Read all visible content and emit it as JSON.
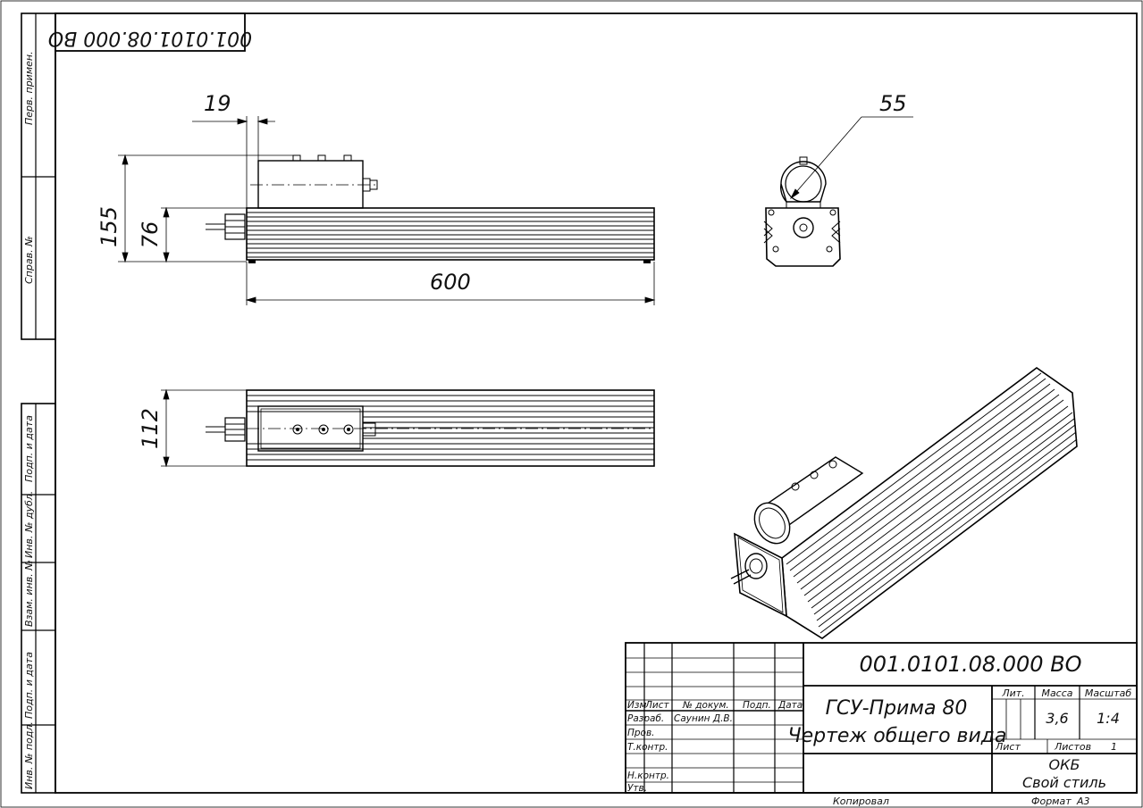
{
  "doc_code": "001.0101.08.000 ВО",
  "doc_code_rotated": "001.0101.08.000 ВО",
  "left_margin": {
    "perv_primen": "Перв. примен.",
    "sprav_no": "Справ. №",
    "podp_data_1": "Подп. и дата",
    "inv_no_dubl": "Инв. № дубл.",
    "vzam_inv_no": "Взам. инв. №",
    "podp_data_2": "Подп. и дата",
    "inv_no_podl": "Инв. № подл."
  },
  "dimensions": {
    "d19": "19",
    "d155": "155",
    "d76": "76",
    "d600": "600",
    "d55": "55",
    "d112": "112"
  },
  "title_block": {
    "hdr_izm": "Изм",
    "hdr_list": "Лист",
    "hdr_no_dokum": "№ докум.",
    "hdr_podp": "Подп.",
    "hdr_data": "Дата",
    "razrab": "Разраб.",
    "razrab_name": "Саунин Д.В.",
    "prov": "Пров.",
    "tkontr": "Т.контр.",
    "nkontr": "Н.контр.",
    "utv": "Утв.",
    "product_name": "ГСУ-Прима 80",
    "drawing_type": "Чертеж общего вида",
    "lit_label": "Лит.",
    "massa_label": "Масса",
    "masshtab_label": "Масштаб",
    "massa_value": "3,6",
    "masshtab_value": "1:4",
    "list_label": "Лист",
    "listov_label": "Листов",
    "listov_value": "1",
    "org_line1": "ОКБ",
    "org_line2": "Свой стиль",
    "kopiroval": "Копировал",
    "format_label": "Формат",
    "format_value": "А3"
  }
}
